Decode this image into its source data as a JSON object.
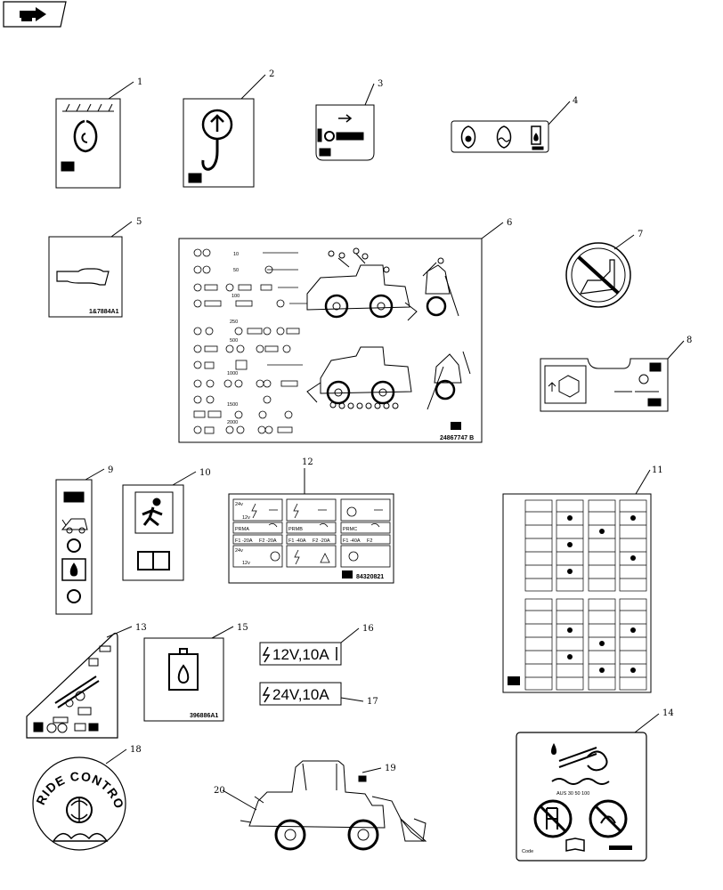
{
  "callouts": [
    "1",
    "2",
    "3",
    "4",
    "5",
    "6",
    "7",
    "8",
    "9",
    "10",
    "11",
    "12",
    "13",
    "14",
    "15",
    "16",
    "17",
    "18",
    "19",
    "20"
  ],
  "codes": {
    "decal5": "1&7884A1",
    "decal6": "24867747  B",
    "decal12": "84320821",
    "decal15": "396886A1"
  },
  "fuse_labels": {
    "fuse16": "12V,10A",
    "fuse17": "24V,10A"
  },
  "ride_control": "RIDE CONTROL",
  "panel6_numbers": [
    "10",
    "50",
    "100",
    "250",
    "500",
    "1000",
    "1500",
    "2000"
  ],
  "decal12_text": {
    "row1": [
      "24v",
      "12v"
    ],
    "prm": [
      "PRMA",
      "PRMB",
      "PRMC"
    ],
    "fuses": [
      "F1 -20A",
      "F2 -20A",
      "F1 -40A",
      "F2 -20A",
      "F1 -40A",
      "F2"
    ],
    "row4": [
      "24v",
      "12v"
    ]
  },
  "decal14_code": "Code",
  "nav_icon": "next-page-icon"
}
